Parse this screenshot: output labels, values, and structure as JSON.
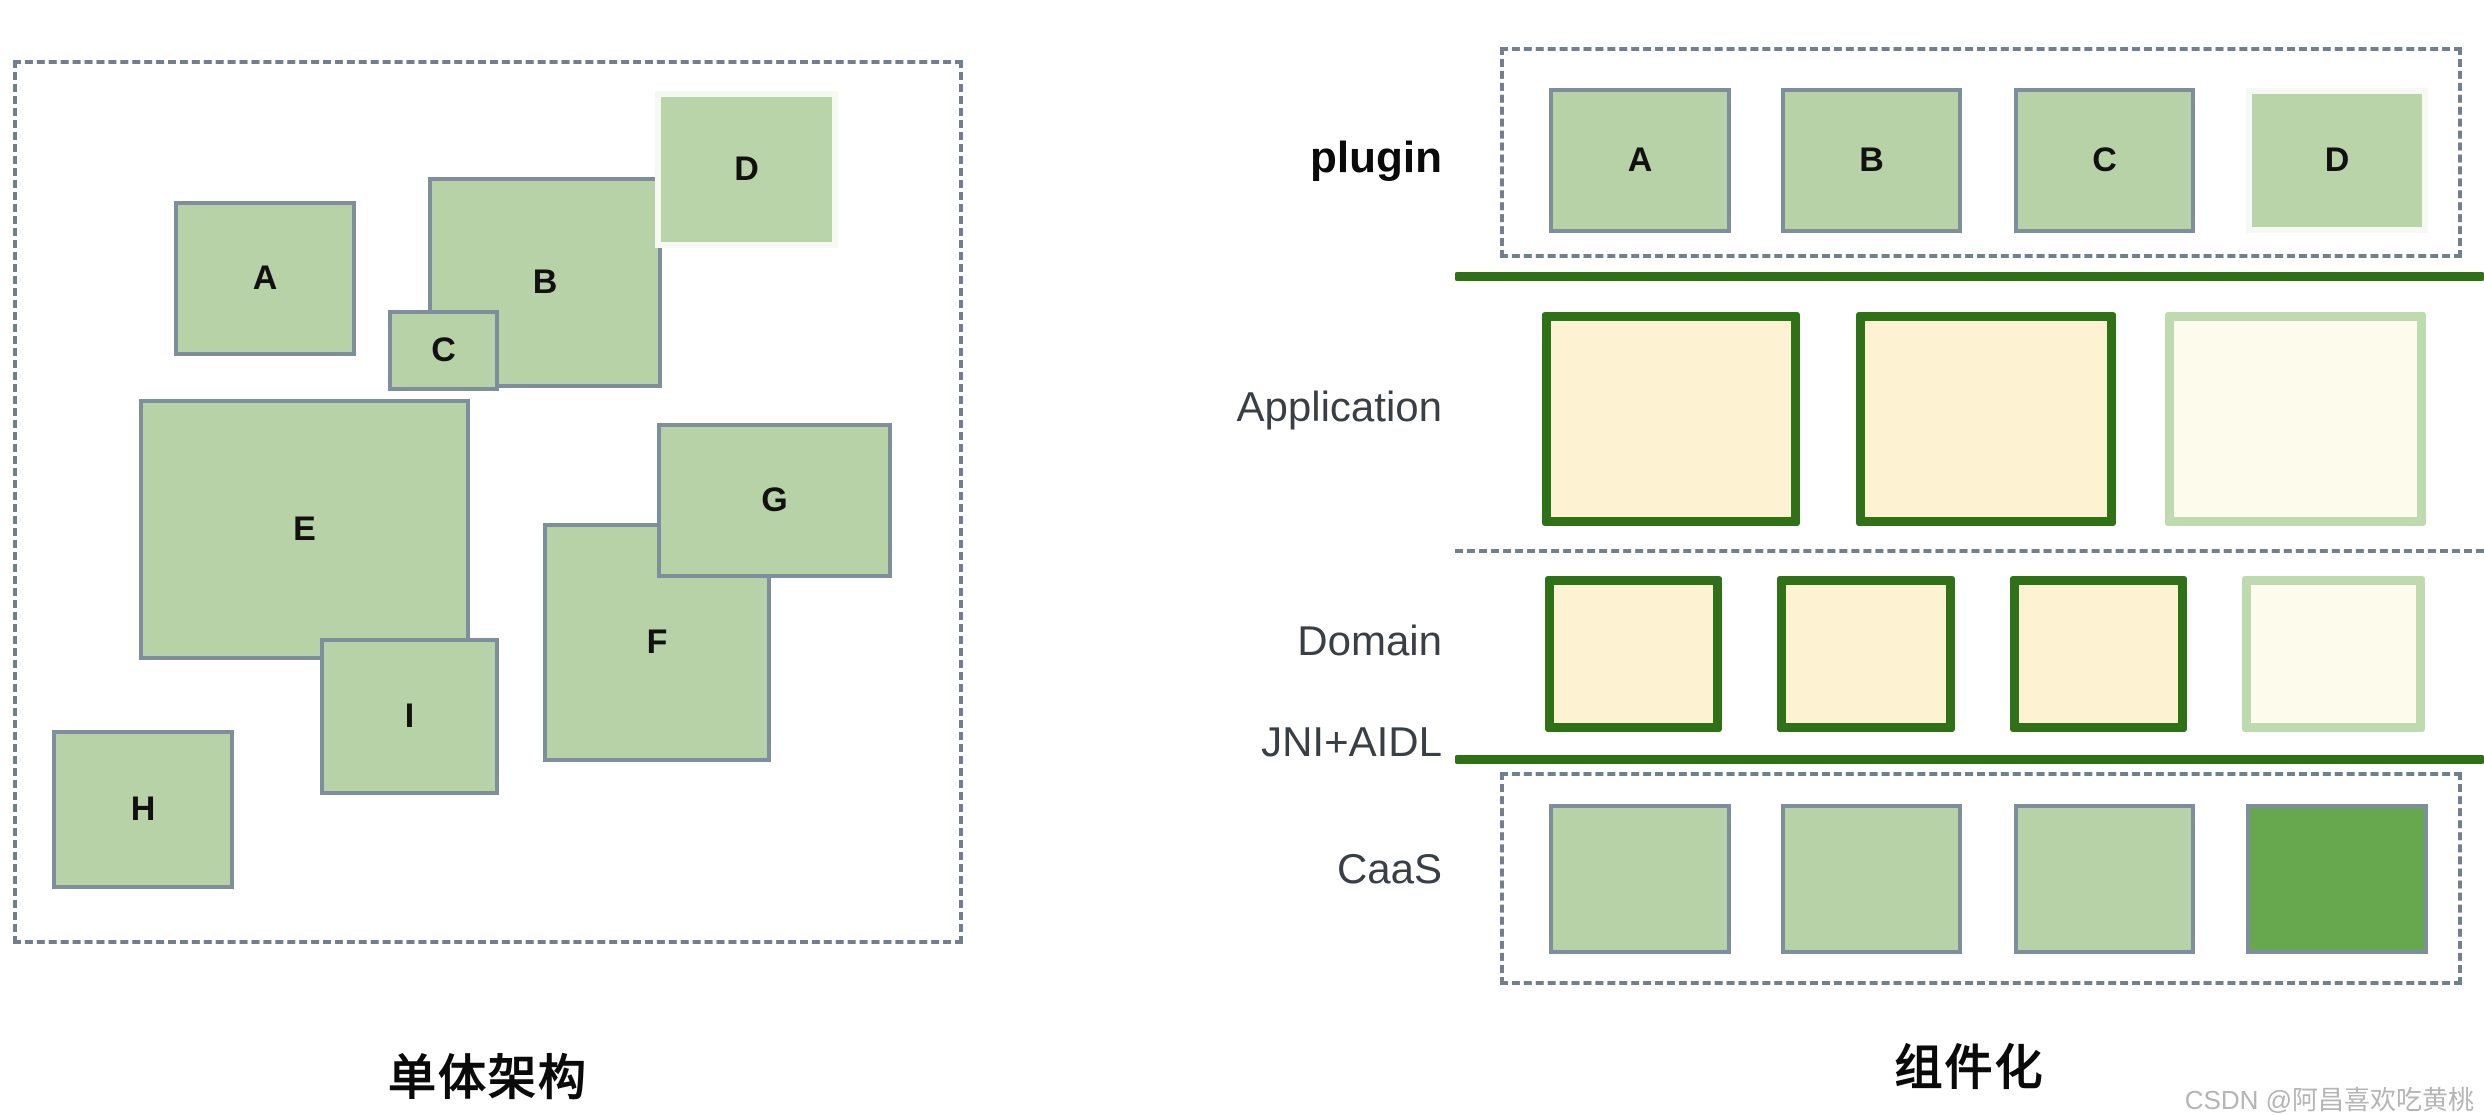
{
  "monolith": {
    "caption": "单体架构",
    "boxes": [
      {
        "label": "A"
      },
      {
        "label": "B"
      },
      {
        "label": "C"
      },
      {
        "label": "D"
      },
      {
        "label": "E"
      },
      {
        "label": "F"
      },
      {
        "label": "G"
      },
      {
        "label": "H"
      },
      {
        "label": "I"
      }
    ]
  },
  "componentized": {
    "caption": "组件化",
    "plugin_label": "plugin",
    "plugin_boxes": [
      {
        "label": "A"
      },
      {
        "label": "B"
      },
      {
        "label": "C"
      },
      {
        "label": "D"
      }
    ],
    "application_label": "Application",
    "domain_label": "Domain",
    "jni_label": "JNI+AIDL",
    "caas_label": "CaaS"
  },
  "watermark": "CSDN @阿昌喜欢吃黄桃",
  "colors": {
    "box_green_fill": "#b7d2a6",
    "box_gray_border": "#7f8e9d",
    "dark_green_border": "#2f7117",
    "cream_fill": "#fdf3d2",
    "faded_border": "#bedbb0",
    "faded_fill": "#fdfbec",
    "caas_dark_green": "#67a84f",
    "dashed_gray": "#71808f",
    "green_rule": "#2d7114",
    "watermark_gray": "#b5b5b5"
  }
}
